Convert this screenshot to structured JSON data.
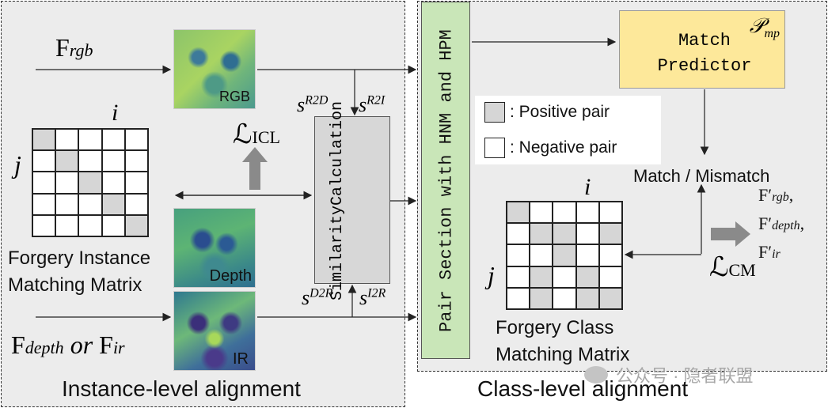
{
  "left_panel": {
    "title": "Instance-level alignment",
    "f_rgb": "F",
    "f_rgb_sub": "rgb",
    "f_depth_or_ir": {
      "f1": "F",
      "sub1": "depth",
      "or": "or",
      "f2": "F",
      "sub2": "ir"
    },
    "img_rgb_label": "RGB",
    "img_depth_label": "Depth",
    "img_ir_label": "IR",
    "matrix_i": "i",
    "matrix_j": "j",
    "matrix_caption_1": "Forgery Instance",
    "matrix_caption_2": "Matching Matrix",
    "icl_loss": "ℒ",
    "icl_sub": "ICL",
    "s_r2d": "s",
    "s_r2d_sup": "R2D",
    "s_r2i": "s",
    "s_r2i_sup": "R2I",
    "s_d2r": "s",
    "s_d2r_sup": "D2R",
    "s_i2r": "s",
    "s_i2r_sup": "I2R",
    "sim_line1": "Similarity",
    "sim_line2": "Calculation",
    "instance_matrix": [
      [
        1,
        0,
        0,
        0,
        0
      ],
      [
        0,
        1,
        0,
        0,
        0
      ],
      [
        0,
        0,
        1,
        0,
        0
      ],
      [
        0,
        0,
        0,
        1,
        0
      ],
      [
        0,
        0,
        0,
        0,
        1
      ]
    ]
  },
  "middle": {
    "pair_section": "Pair Section with HNM and HPM"
  },
  "right_panel": {
    "title": "Class-level alignment",
    "predictor_line1": "Match",
    "predictor_line2": "Predictor",
    "predictor_symbol": "𝒫",
    "predictor_sub": "mp",
    "legend_pos": ": Positive pair",
    "legend_neg": ":  Negative pair",
    "match_label": "Match / Mismatch",
    "cm_loss": "ℒ",
    "cm_sub": "CM",
    "out_rgb": "F′",
    "out_rgb_sub": "rgb",
    "out_depth": "F′",
    "out_depth_sub": "depth",
    "out_ir": "F′",
    "out_ir_sub": "ir",
    "matrix_i": "i",
    "matrix_j": "j",
    "matrix_caption_1": "Forgery Class",
    "matrix_caption_2": "Matching Matrix",
    "class_matrix": [
      [
        1,
        0,
        0,
        0,
        0
      ],
      [
        0,
        1,
        1,
        0,
        1
      ],
      [
        0,
        0,
        1,
        0,
        0
      ],
      [
        0,
        1,
        0,
        1,
        0
      ],
      [
        0,
        1,
        0,
        1,
        1
      ]
    ]
  },
  "watermark": "公众号 · 隐者联盟",
  "colors": {
    "predictor": "#fde89a",
    "pair_bar": "#c9e6b8",
    "sim_box": "#d7d7d7",
    "region_bg": "#ececec",
    "positive_cell": "#d6d6d6"
  }
}
